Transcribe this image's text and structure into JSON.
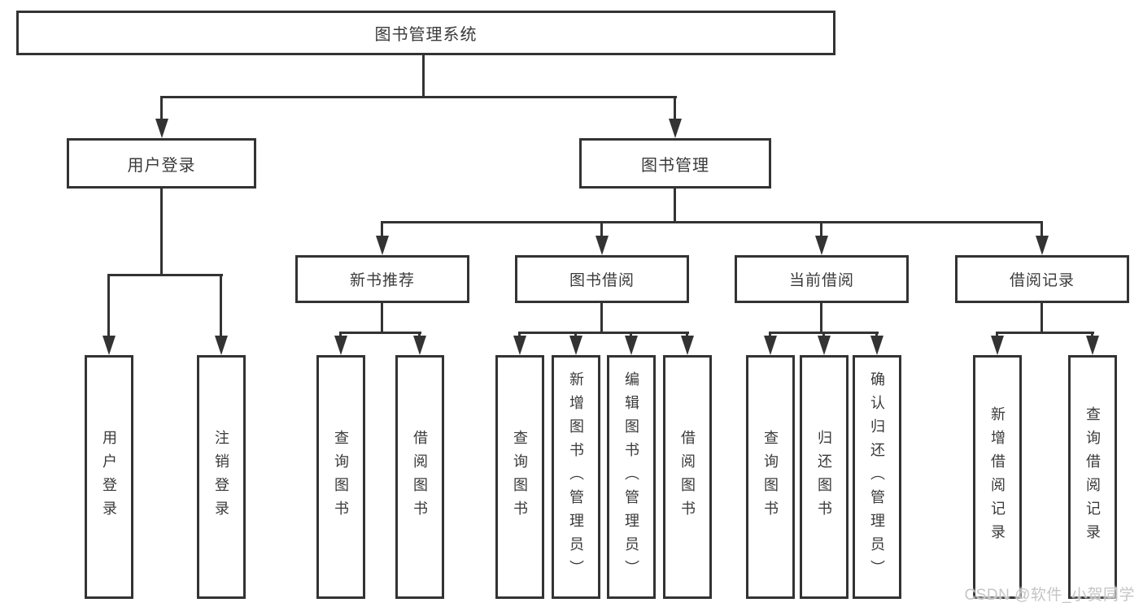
{
  "diagram": {
    "title": "图书管理系统",
    "level2": {
      "user_login": "用户登录",
      "book_mgmt": "图书管理"
    },
    "level3": {
      "new_books": "新书推荐",
      "borrowing": "图书借阅",
      "current": "当前借阅",
      "records": "借阅记录"
    },
    "leaves": {
      "user_login": [
        "用户登录",
        "注销登录"
      ],
      "new_books": [
        "查询图书",
        "借阅图书"
      ],
      "borrowing": [
        "查询图书",
        "新增图书（管理员）",
        "编辑图书（管理员）",
        "借阅图书"
      ],
      "current": [
        "查询图书",
        "归还图书",
        "确认归还（管理员）"
      ],
      "records": [
        "新增借阅记录",
        "查询借阅记录"
      ]
    }
  },
  "watermark": {
    "text": "CSDN @软件_小贺同学"
  },
  "colors": {
    "line": "#333333",
    "text": "#3a3a3a",
    "background": "#ffffff",
    "watermark_text": "#c5c5c5"
  }
}
